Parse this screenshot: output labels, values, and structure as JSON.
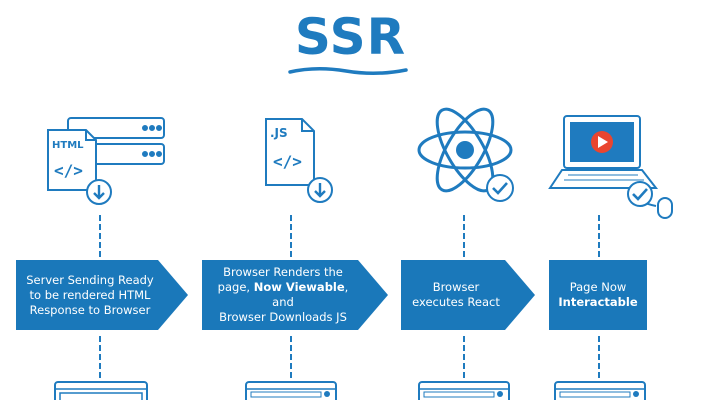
{
  "title": "SSR",
  "colors": {
    "primary": "#1f7bbf",
    "box": "#1a78ba"
  },
  "steps": [
    {
      "line1": "Server Sending Ready",
      "line2": "to be rendered HTML",
      "line3": "Response to Browser",
      "icon": "html-file-server-icon"
    },
    {
      "line1": "Browser Renders the",
      "line2a": "page, ",
      "line2b": "Now Viewable",
      "line2c": ", and",
      "line3": "Browser Downloads JS",
      "icon": "js-file-download-icon"
    },
    {
      "line1": "Browser",
      "line2": "executes React",
      "icon": "react-atom-check-icon"
    },
    {
      "line1": "Page Now",
      "line2": "Interactable",
      "icon": "laptop-play-check-icon"
    }
  ],
  "icon_labels": {
    "html": "HTML",
    "js": ".JS"
  }
}
